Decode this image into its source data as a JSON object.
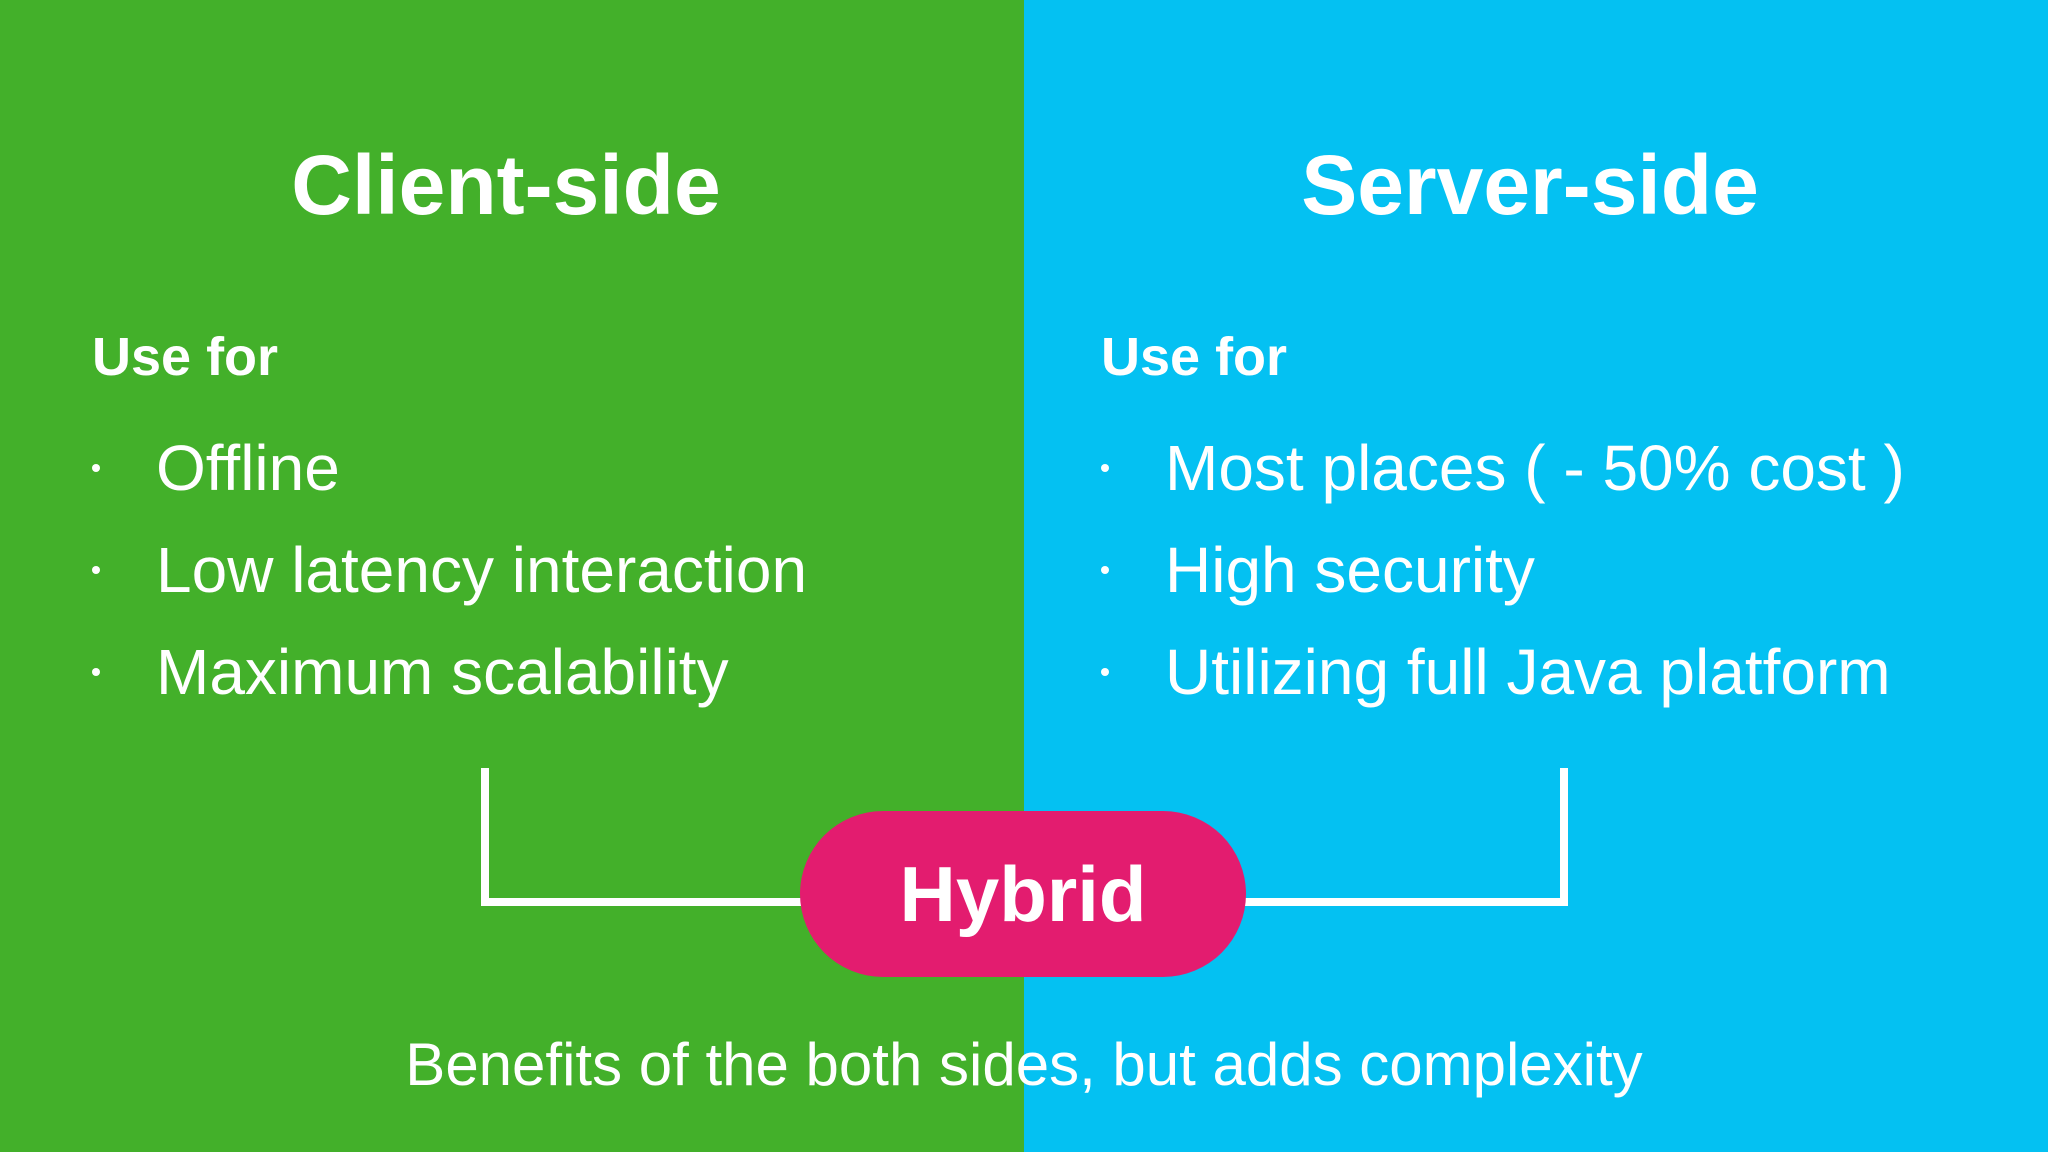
{
  "colors": {
    "client_bg": "#43B02A",
    "server_bg": "#04C1F2",
    "hybrid_bg": "#E31C6F",
    "text": "#FFFFFF"
  },
  "client": {
    "title": "Client-side",
    "subtitle": "Use for",
    "items": [
      {
        "label": "Offline"
      },
      {
        "label": "Low latency interaction"
      },
      {
        "label": "Maximum scalability"
      }
    ]
  },
  "server": {
    "title": "Server-side",
    "subtitle": "Use for",
    "items": [
      {
        "label": "Most places ( - 50% cost )"
      },
      {
        "label": "High security"
      },
      {
        "label": "Utilizing full Java platform"
      }
    ]
  },
  "hybrid": {
    "label": "Hybrid",
    "caption": "Benefits of the both sides, but adds complexity"
  }
}
